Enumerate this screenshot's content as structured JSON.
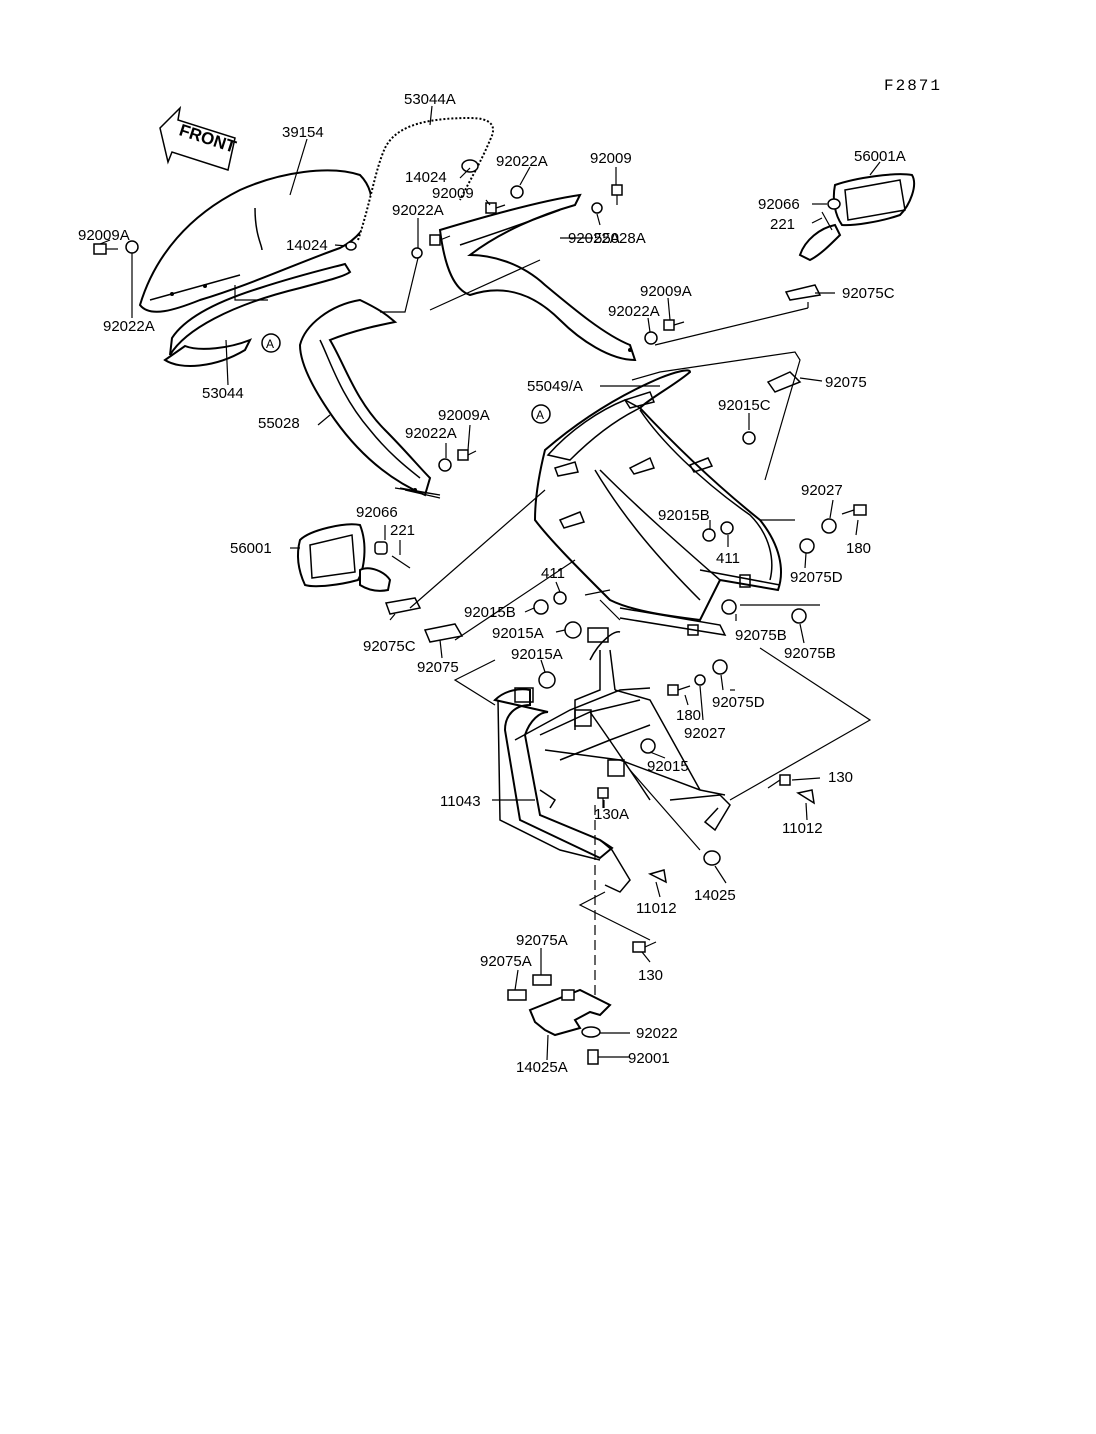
{
  "figure_id": "F2871",
  "front_label": "FRONT",
  "callout_A": "A",
  "labels": {
    "p53044A": "53044A",
    "p39154": "39154",
    "p14024_top": "14024",
    "p92022A_top": "92022A",
    "p92009_top": "92009",
    "p56001A": "56001A",
    "p92009_mid": "92009",
    "p92022A_mid": "92022A",
    "p92022A_right": "92022A",
    "p92066_top": "92066",
    "p221_top": "221",
    "p92009A_left": "92009A",
    "p14024_mid": "14024",
    "p55028A": "55028A",
    "p92075C_top": "92075C",
    "p92009A_right": "92009A",
    "p92022A_right2": "92022A",
    "p92022A_left": "92022A",
    "p53044": "53044",
    "p55049A": "55049/A",
    "p92075_top": "92075",
    "p92015C": "92015C",
    "p55028": "55028",
    "p92009A_mid": "92009A",
    "p92022A_mid2": "92022A",
    "p92027_top": "92027",
    "p92066_left": "92066",
    "p221_left": "221",
    "p92015B_right": "92015B",
    "p180_top": "180",
    "p56001": "56001",
    "p411_right": "411",
    "p92075D_top": "92075D",
    "p411_mid": "411",
    "p92015B_mid": "92015B",
    "p92075B_a": "92075B",
    "p92015A_a": "92015A",
    "p92075C_left": "92075C",
    "p92075B_b": "92075B",
    "p92075_left": "92075",
    "p92015A_b": "92015A",
    "p92075D_mid": "92075D",
    "p180_mid": "180",
    "p92027_mid": "92027",
    "p92015": "92015",
    "p130_right": "130",
    "p11043": "11043",
    "p130A": "130A",
    "p11012_right": "11012",
    "p14025": "14025",
    "p11012_bottom": "11012",
    "p92075A_a": "92075A",
    "p92075A_b": "92075A",
    "p130_bottom": "130",
    "p92022": "92022",
    "p92001": "92001",
    "p14025A": "14025A"
  }
}
